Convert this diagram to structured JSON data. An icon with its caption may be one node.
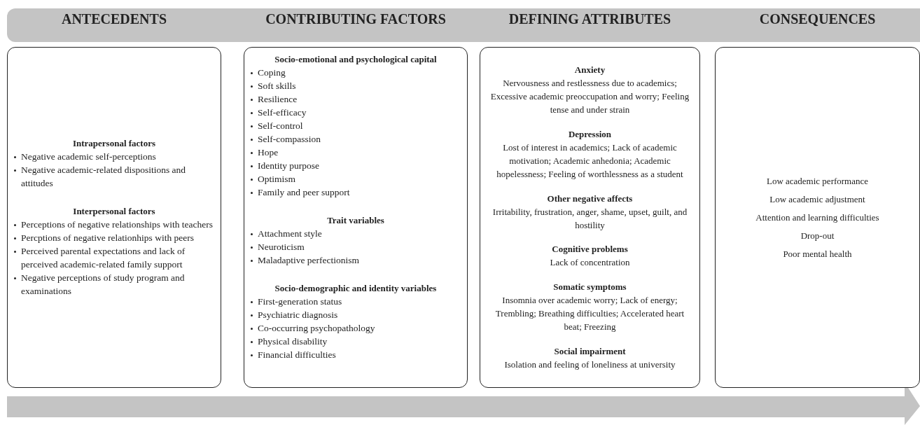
{
  "diagram": {
    "nodes": [
      {
        "text": [
          "ANTECEDENTS",
          "Intrapersonal factors",
          "Negative academic self-perceptions",
          "Negative academic-related dispositions and attitudes",
          "Interpersonal factors",
          "Perceptions of negative relationships with teachers",
          "Percptions of negative relationhips with peers",
          "Perceived parental expectations and lack of perceived academic-related family support",
          "Negative perceptions of study program and examinations"
        ]
      },
      {
        "text": [
          "CONTRIBUTING FACTORS",
          "Socio-emotional and psychological capital",
          "Coping",
          "Soft skills",
          "Resilience",
          "Self-efficacy",
          "Self-control",
          "Self-compassion",
          "Hope",
          "Identity purpose",
          "Optimism",
          "Family and peer support",
          "Trait variables",
          "Attachment style",
          "Neuroticism",
          "Maladaptive perfectionism",
          "Socio-demographic and identity variables",
          "First-generation status",
          "Psychiatric diagnosis",
          "Co-occurring psychopathology",
          "Physical disability",
          "Financial difficulties"
        ]
      },
      {
        "text": [
          "DEFINING ATTRIBUTES",
          "Anxiety",
          "Nervousness and restlessness due to academics; Excessive academic preoccupation and worry; Feeling tense and under strain",
          "Depression",
          "Lost of interest in academics; Lack of academic motivation; Academic anhedonia; Academic hopelessness; Feeling of worthlessness as a student",
          "Other negative affects",
          "Irritability, frustration, anger, shame, upset, guilt, and hostility",
          "Cognitive problems",
          "Lack of concentration",
          "Somatic symptoms",
          "Insomnia over academic worry; Lack of energy; Trembling; Breathing difficulties; Accelerated heart beat; Freezing",
          "Social impairment",
          "Isolation and feeling of loneliness at university"
        ]
      },
      {
        "text": [
          "CONSEQUENCES",
          "Low academic performance",
          "Low academic adjustment",
          "Attention and learning difficulties",
          "Drop-out",
          "Poor mental health"
        ]
      }
    ]
  }
}
